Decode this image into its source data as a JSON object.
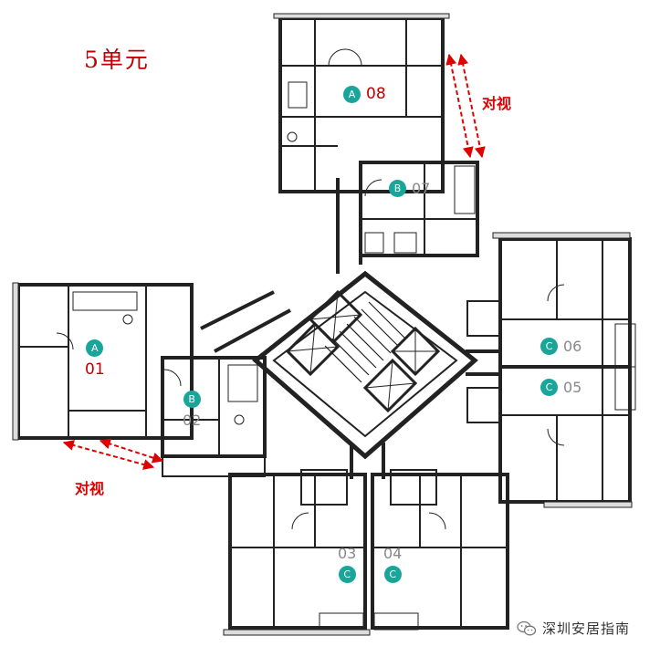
{
  "title": "5单元",
  "annotations": {
    "top_right": "对视",
    "bottom_left": "对视"
  },
  "units": [
    {
      "type": "A",
      "number": "08"
    },
    {
      "type": "B",
      "number": "07"
    },
    {
      "type": "C",
      "number": "06"
    },
    {
      "type": "C",
      "number": "05"
    },
    {
      "type": "C",
      "number": "04"
    },
    {
      "type": "C",
      "number": "03"
    },
    {
      "type": "B",
      "number": "02"
    },
    {
      "type": "A",
      "number": "01"
    }
  ],
  "watermark": "深圳安居指南",
  "colors": {
    "badge": "#1aa59a",
    "highlight_text": "#c00000",
    "annotation": "#e00000",
    "wall": "#222222"
  },
  "icons": [
    "wechat-logo-icon"
  ]
}
